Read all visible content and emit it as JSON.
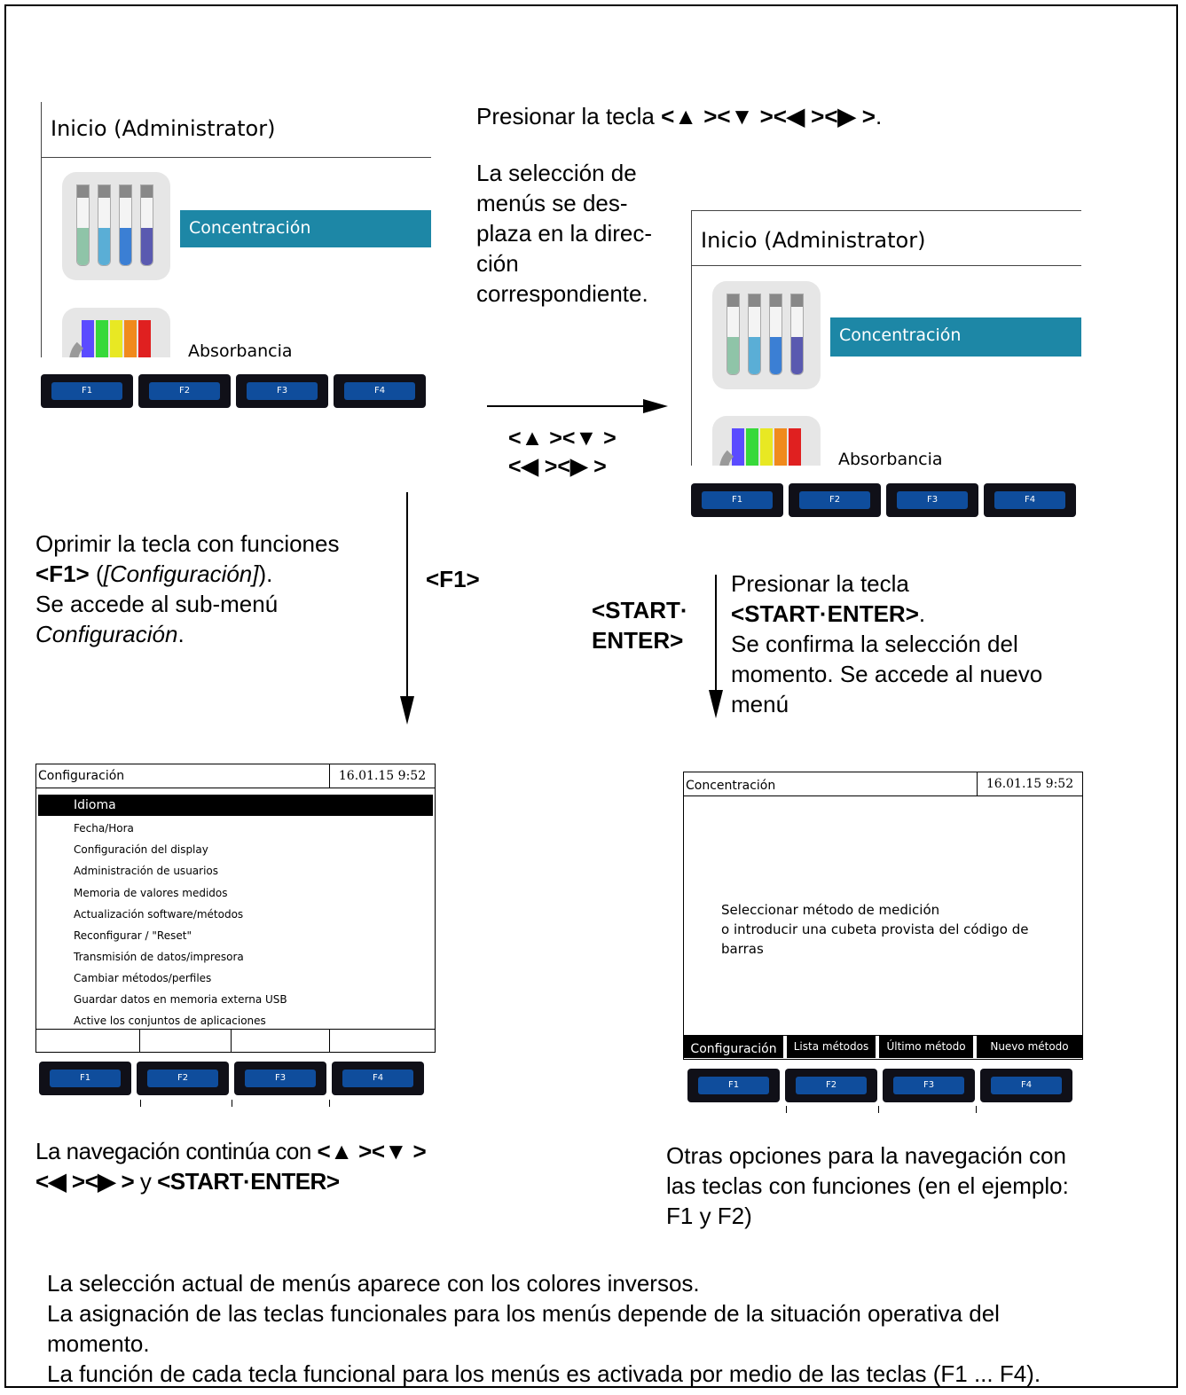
{
  "intro": {
    "press_key": "Presionar la tecla ",
    "press_keys": "<▲ ><▼ ><◀ ><▶ >",
    "press_end": ".",
    "menu_shift": [
      "La selección de",
      "menús se des-",
      "plaza en la direc-",
      "ción",
      "correspondiente."
    ]
  },
  "start_screen": {
    "title": "Inicio (Administrator)",
    "selected_item": "Concentración",
    "next_item": "Absorbancia",
    "tube_colors": [
      "#8fc4a8",
      "#5aaed6",
      "#3b7fd4",
      "#5a5ab0"
    ],
    "spectrum_colors": [
      "#5b4bff",
      "#37d93a",
      "#e8e823",
      "#f08a1c",
      "#e02020"
    ]
  },
  "fkeys": [
    "F1",
    "F2",
    "F3",
    "F4"
  ],
  "arrows": {
    "horizontal_line1": "<▲ ><▼ >",
    "horizontal_line2": "<◀ ><▶ >",
    "f1": "<F1>",
    "start_line1": "<START·",
    "start_line2": "ENTER>"
  },
  "f1_text": {
    "line1": "Oprimir la tecla con funciones",
    "key": "<F1>",
    "paren_open": " (",
    "menu": "[Configuración]",
    "paren_close": ").",
    "line3": "Se accede al sub-menú",
    "submenu": "Configuración",
    "period": "."
  },
  "enter_text": {
    "line1": "Presionar la tecla",
    "key": "<START·ENTER>",
    "period": ".",
    "line3": "Se confirma la selección del",
    "line4": "momento. Se accede al nuevo",
    "line5": "menú"
  },
  "config_screen": {
    "title": "Configuración",
    "datetime": "16.01.15  9:52",
    "items": [
      "Idioma",
      "Fecha/Hora",
      "Configuración del display",
      "Administración de usuarios",
      "Memoria de valores medidos",
      "Actualización software/métodos",
      "Reconfigurar / \"Reset\"",
      "Transmisión de datos/impresora",
      "Cambiar métodos/perfiles",
      "Guardar datos en memoria externa USB",
      "Active los conjuntos de aplicaciones"
    ]
  },
  "conc_screen": {
    "title": "Concentración",
    "datetime": "16.01.15  9:52",
    "message": [
      "Seleccionar método de medición",
      "o introducir una cubeta provista del código de",
      "barras"
    ],
    "softkeys": [
      "Configuración",
      "Lista métodos",
      "Último método",
      "Nuevo método"
    ]
  },
  "nav_text": {
    "line1a": "La navegación continúa con ",
    "line1b": "<▲ ><▼ >",
    "line2a": "<◀ ><▶ >",
    "line2b": " y ",
    "line2c": "<START·ENTER>"
  },
  "other_text": [
    "Otras opciones para la navegación con",
    "las teclas con funciones (en el ejemplo:",
    "F1 y F2)"
  ],
  "notes": [
    "La selección actual de menús aparece con los colores inversos.",
    "La asignación de las teclas funcionales para los menús depende de la situación operativa del",
    "momento.",
    "La función de cada tecla funcional para los menús es activada por medio de las teclas (F1 ... F4)."
  ]
}
